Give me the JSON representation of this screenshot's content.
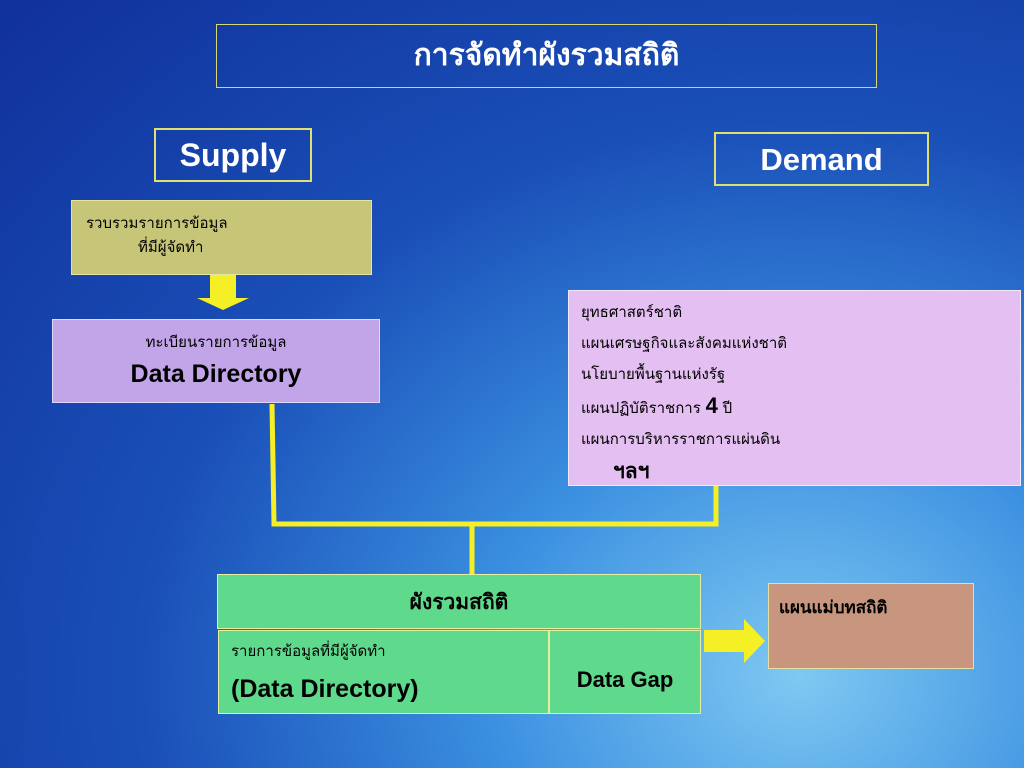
{
  "title": "การจัดทำผังรวมสถิติ",
  "supply_label": "Supply",
  "demand_label": "Demand",
  "collect": {
    "line1": "รวบรวมรายการข้อมูล",
    "line2": "ที่มีผู้จัดทำ"
  },
  "directory": {
    "thai": "ทะเบียนรายการข้อมูล",
    "english": "Data Directory"
  },
  "strategy": {
    "line1": "ยุทธศาสตร์ชาติ",
    "line2": "แผนเศรษฐกิจและสังคมแห่งชาติ",
    "line3": "นโยบายพื้นฐานแห่งรัฐ",
    "line4_prefix": "แผนปฏิบัติราชการ",
    "line4_number": "4",
    "line4_suffix": "ปี",
    "line5": "แผนการบริหารราชการแผ่นดิน",
    "line6": "ฯลฯ"
  },
  "chart": {
    "header": "ผังรวมสถิติ",
    "list_thai": "รายการข้อมูลที่มีผู้จัดทำ",
    "list_english": "(Data Directory)",
    "gap": "Data Gap"
  },
  "master_plan": "แผนแม่บทสถิติ",
  "colors": {
    "connector_line": "#f5f026",
    "arrow": "#f5f026"
  }
}
